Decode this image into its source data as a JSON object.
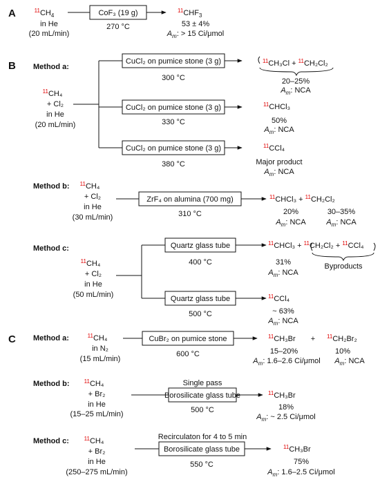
{
  "colors": {
    "isotope": "#e00000",
    "ink": "#111111"
  },
  "isotope_mass": "11",
  "sections": {
    "A": {
      "label": "A",
      "reactant": {
        "formula": "CH",
        "sub": "4",
        "carrier": "in He",
        "flow": "(20 mL/min)"
      },
      "reagent_box": "CoF₃ (19 g)",
      "temperature": "270 °C",
      "product": {
        "formula": "CHF",
        "sub": "3"
      },
      "yield": "53 ± 4%",
      "am_label": "A",
      "am_sub": "m",
      "am_value": ": > 15 Ci/μmol"
    },
    "B": {
      "label": "B",
      "method_a": {
        "label": "Method a:",
        "reactant": {
          "line1": "CH₄",
          "line2": "+ Cl₂",
          "carrier": "in He",
          "flow": "(20 mL/min)"
        },
        "rows": [
          {
            "box": "CuCl₂ on pumice stone (3 g)",
            "temp": "300 °C",
            "product_a": "CH₃Cl",
            "plus": " + ",
            "product_b": "CH₂Cl₂",
            "yield": "20–25%",
            "am_value": ": NCA"
          },
          {
            "box": "CuCl₂ on pumice stone (3 g)",
            "temp": "330 °C",
            "product": "CHCl₃",
            "yield": "50%",
            "am_value": ": NCA"
          },
          {
            "box": "CuCl₂ on pumice stone (3 g)",
            "temp": "380 °C",
            "product": "CCl₄",
            "yield": "Major product",
            "am_value": ": NCA"
          }
        ]
      },
      "method_b": {
        "label": "Method b:",
        "reactant": {
          "line1": "CH₄",
          "line2": "+ Cl₂",
          "carrier": "in He",
          "flow": "(30 mL/min)"
        },
        "box": "ZrF₄ on alumina (700 mg)",
        "temp": "310 °C",
        "product_a": "CHCl₃",
        "plus": " + ",
        "product_b": "CH₂Cl₂",
        "yield_a": "20%",
        "yield_b": "30–35%",
        "am_value": ": NCA"
      },
      "method_c": {
        "label": "Method c:",
        "reactant": {
          "line1": "CH₄",
          "line2": "+ Cl₂",
          "carrier": "in He",
          "flow": "(50 mL/min)"
        },
        "rows": [
          {
            "box": "Quartz glass tube",
            "temp": "400 °C",
            "product": "CHCl₃",
            "plus": " + ",
            "by_a": "CH₂Cl₂",
            "by_plus": " + ",
            "by_b": "CCl₄",
            "byproducts": "Byproducts",
            "yield": "31%",
            "am_value": ": NCA"
          },
          {
            "box": "Quartz glass tube",
            "temp": "500 °C",
            "product": "CCl₄",
            "yield": "~ 63%",
            "am_value": ": NCA"
          }
        ]
      }
    },
    "C": {
      "label": "C",
      "method_a": {
        "label": "Method a:",
        "reactant": {
          "line1": "CH₄",
          "line2": "in N₂",
          "flow": "(15 mL/min)"
        },
        "box": "CuBr₂ on pumice stone",
        "temp": "600 °C",
        "product_a": "CH₃Br",
        "plus": "+",
        "product_b": "CH₂Br₂",
        "yield_a": "15–20%",
        "yield_b": "10%",
        "am_a": ": 1.6–2.6 Ci/μmol",
        "am_b": ": NCA"
      },
      "method_b": {
        "label": "Method b:",
        "reactant": {
          "line1": "CH₄",
          "line2": "+ Br₂",
          "carrier": "in He",
          "flow": "(15–25 mL/min)"
        },
        "note": "Single pass",
        "box": "Borosilicate glass tube",
        "temp": "500 °C",
        "product": "CH₃Br",
        "yield": "18%",
        "am_value": ": ~ 2.5 Ci/μmol"
      },
      "method_c": {
        "label": "Method c:",
        "reactant": {
          "line1": "CH₄",
          "line2": "+ Br₂",
          "carrier": "in He",
          "flow": "(250–275 mL/min)"
        },
        "note": "Recirculaton for 4 to 5 min",
        "box": "Borosilicate glass tube",
        "temp": "550 °C",
        "product": "CH₃Br",
        "yield": "75%",
        "am_value": ": 1.6–2.5 Ci/μmol"
      }
    }
  }
}
